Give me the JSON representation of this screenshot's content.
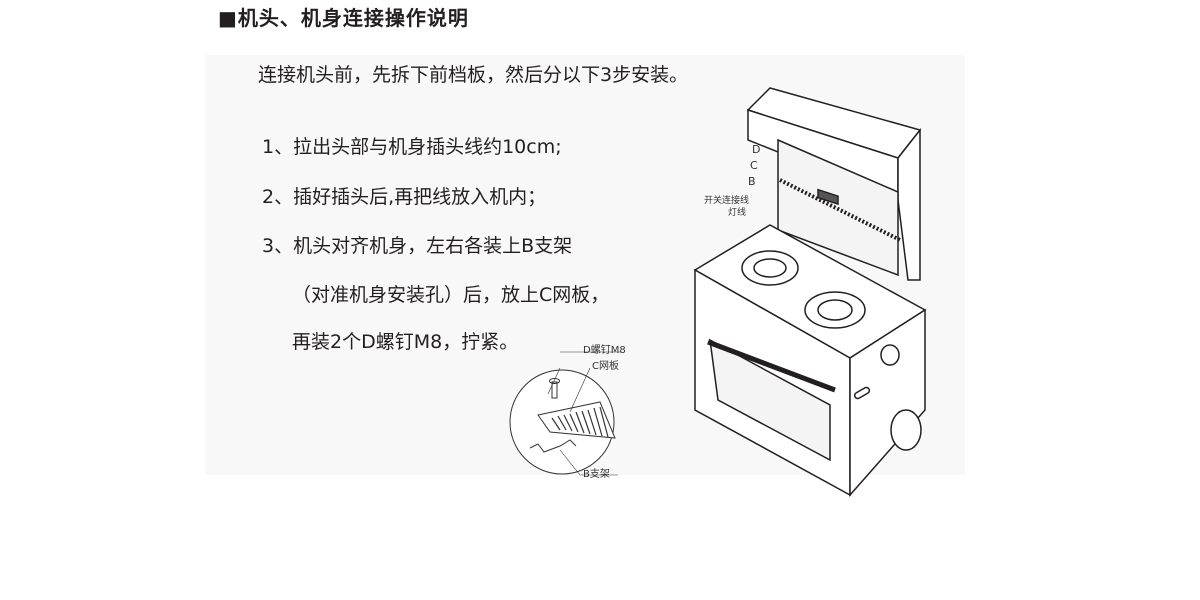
{
  "title": "■机头、机身连接操作说明",
  "intro": "连接机头前，先拆下前档板，然后分以下3步安装。",
  "steps": [
    "1、拉出头部与机身插头线约10cm;",
    "2、插好插头后,再把线放入机内；",
    "3、机头对齐机身，左右各装上B支架",
    "（对准机身安装孔）后，放上C网板，",
    "再装2个D螺钉M8，拧紧。"
  ],
  "detail_labels": {
    "d": "D螺钉M8",
    "c": "C网板",
    "b": "B支架"
  },
  "main_labels": {
    "d": "D",
    "c": "C",
    "b": "B",
    "switch": "开关连接线",
    "light": "灯线"
  }
}
